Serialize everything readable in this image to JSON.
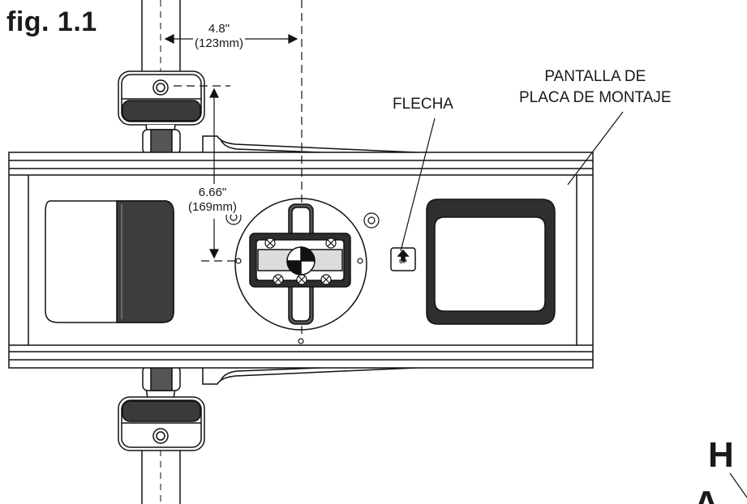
{
  "figure": {
    "title": "fig. 1.1"
  },
  "dimensions": {
    "horizontal": {
      "imperial": "4.8\"",
      "metric": "(123mm)"
    },
    "vertical": {
      "imperial": "6.66\"",
      "metric": "(169mm)"
    }
  },
  "callouts": {
    "arrow": "FLECHA",
    "mounting_plate_line1": "PANTALLA DE",
    "mounting_plate_line2": "PLACA DE MONTAJE"
  },
  "markings": {
    "up_sticker": "UP"
  },
  "corner_letters": {
    "h": "H",
    "a": "A"
  }
}
